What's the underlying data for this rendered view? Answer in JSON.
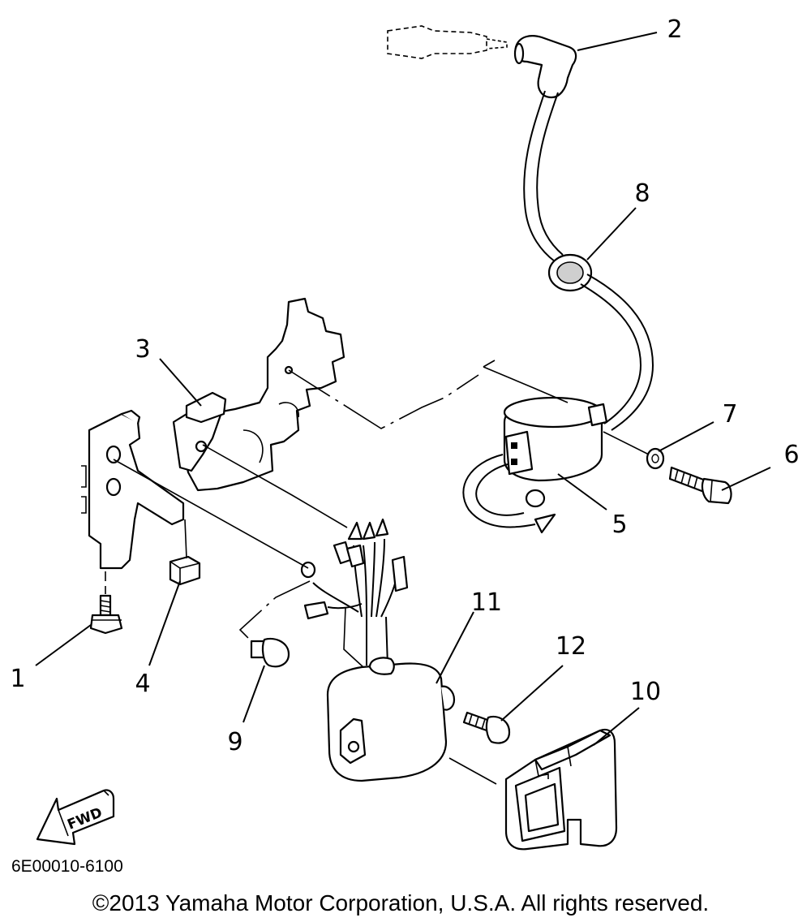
{
  "callouts": [
    {
      "id": "1",
      "label": "1"
    },
    {
      "id": "2",
      "label": "2"
    },
    {
      "id": "3",
      "label": "3"
    },
    {
      "id": "4",
      "label": "4"
    },
    {
      "id": "5",
      "label": "5"
    },
    {
      "id": "6",
      "label": "6"
    },
    {
      "id": "7",
      "label": "7"
    },
    {
      "id": "8",
      "label": "8"
    },
    {
      "id": "9",
      "label": "9"
    },
    {
      "id": "10",
      "label": "10"
    },
    {
      "id": "11",
      "label": "11"
    },
    {
      "id": "12",
      "label": "12"
    }
  ],
  "direction_label": "FWD",
  "diagram_code": "6E00010-6100",
  "copyright": "©2013 Yamaha Motor Corporation, U.S.A. All rights reserved."
}
